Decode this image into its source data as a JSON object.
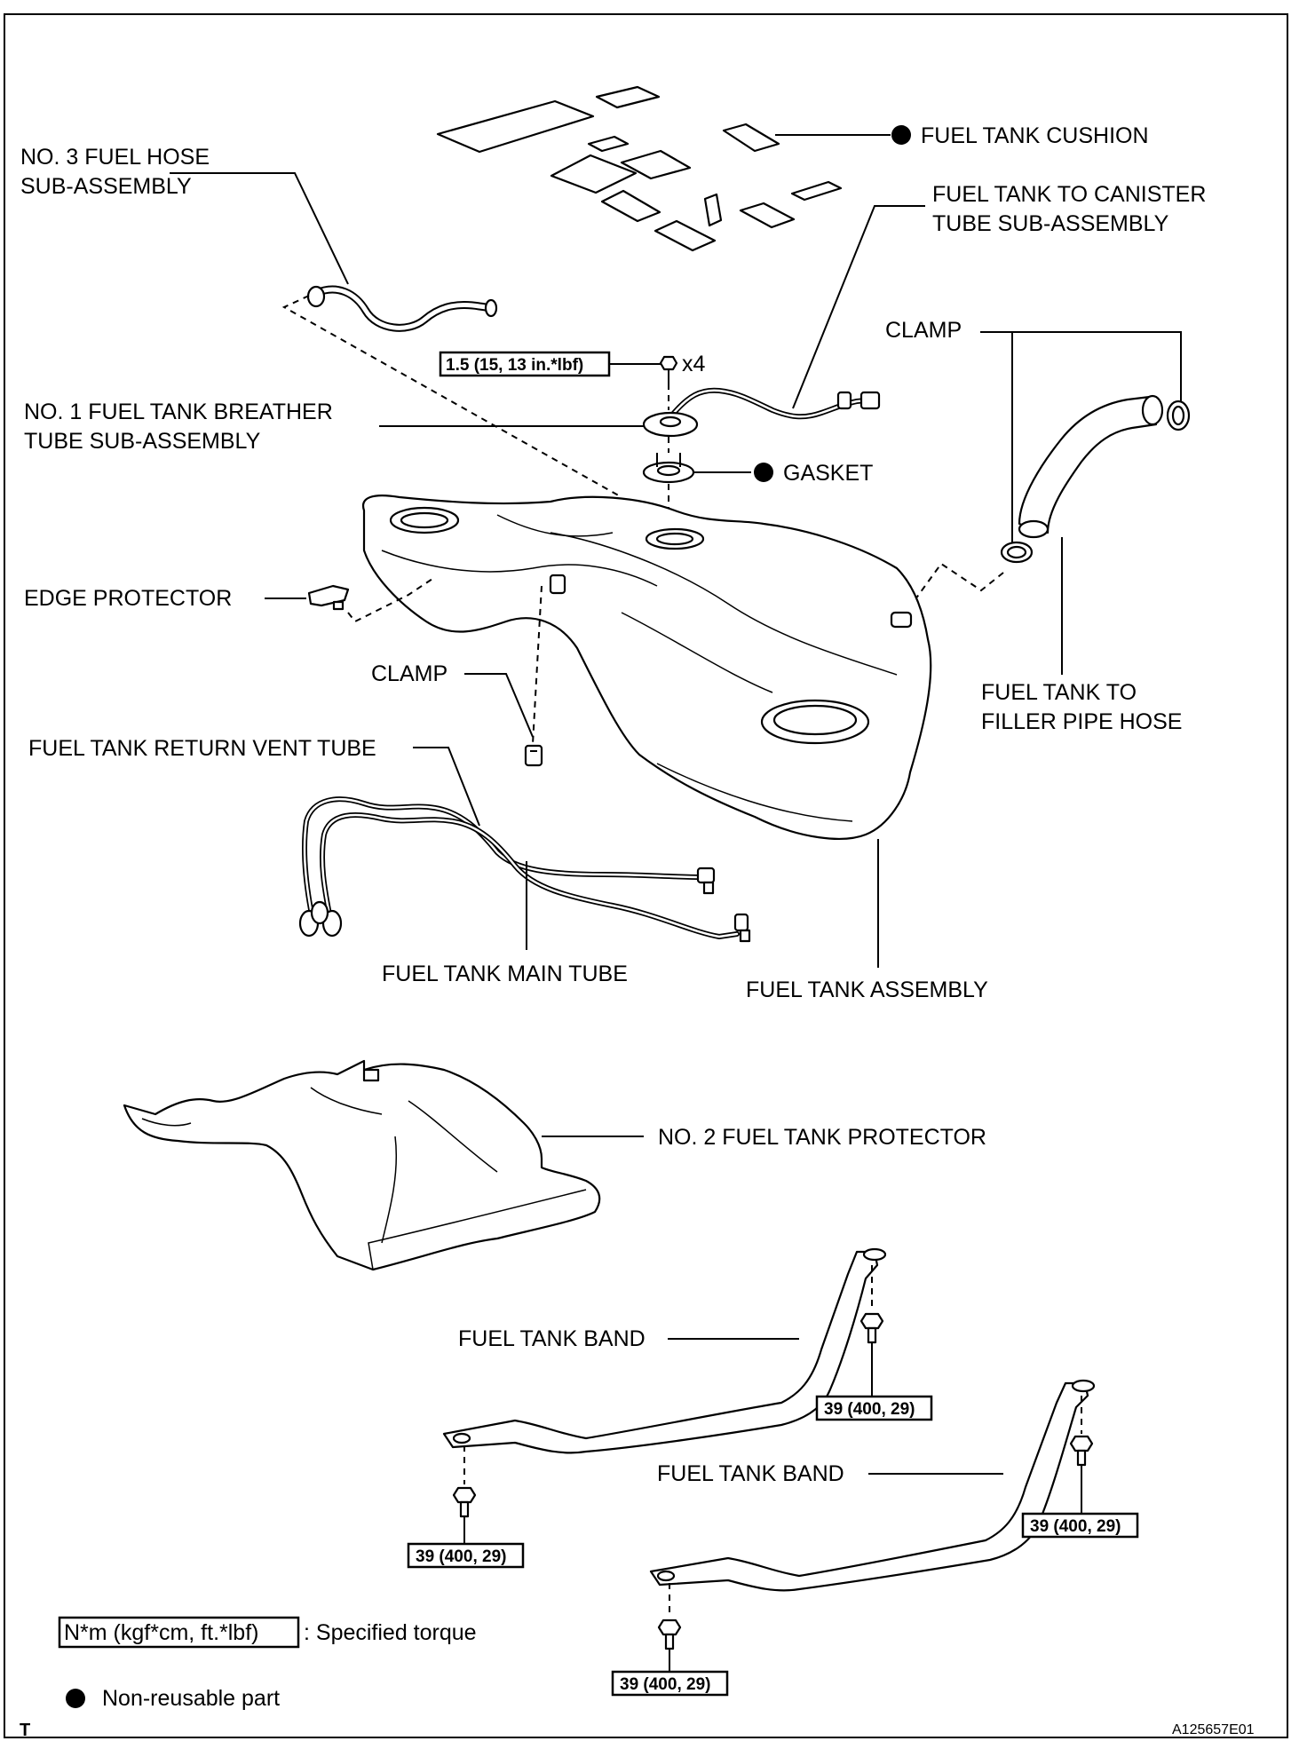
{
  "labels": {
    "fuel_tank_cushion": "FUEL TANK CUSHION",
    "no3_hose_1": "NO. 3 FUEL HOSE",
    "no3_hose_2": "SUB-ASSEMBLY",
    "canister_tube_1": "FUEL TANK TO CANISTER",
    "canister_tube_2": "TUBE SUB-ASSEMBLY",
    "clamp_top": "CLAMP",
    "x4": "x4",
    "breather_1": "NO. 1 FUEL TANK BREATHER",
    "breather_2": "TUBE SUB-ASSEMBLY",
    "gasket": "GASKET",
    "edge_protector": "EDGE PROTECTOR",
    "clamp_mid": "CLAMP",
    "filler_hose_1": "FUEL TANK TO",
    "filler_hose_2": "FILLER PIPE HOSE",
    "return_vent_tube": "FUEL TANK RETURN VENT TUBE",
    "main_tube": "FUEL TANK MAIN TUBE",
    "tank_assembly": "FUEL TANK ASSEMBLY",
    "protector": "NO. 2 FUEL TANK PROTECTOR",
    "band_1": "FUEL TANK BAND",
    "band_2": "FUEL TANK BAND"
  },
  "torque": {
    "breather_bolt": "1.5 (15, 13 in.*lbf)",
    "band1_right": "39 (400, 29)",
    "band1_left": "39 (400, 29)",
    "band2_right": "39 (400, 29)",
    "band2_left": "39 (400, 29)"
  },
  "legend": {
    "torque_box": "N*m (kgf*cm, ft.*lbf)",
    "torque_text": ": Specified torque",
    "nonreusable_text": "Non-reusable part"
  },
  "footer": {
    "corner_mark": "T",
    "figure_id": "A125657E01"
  }
}
